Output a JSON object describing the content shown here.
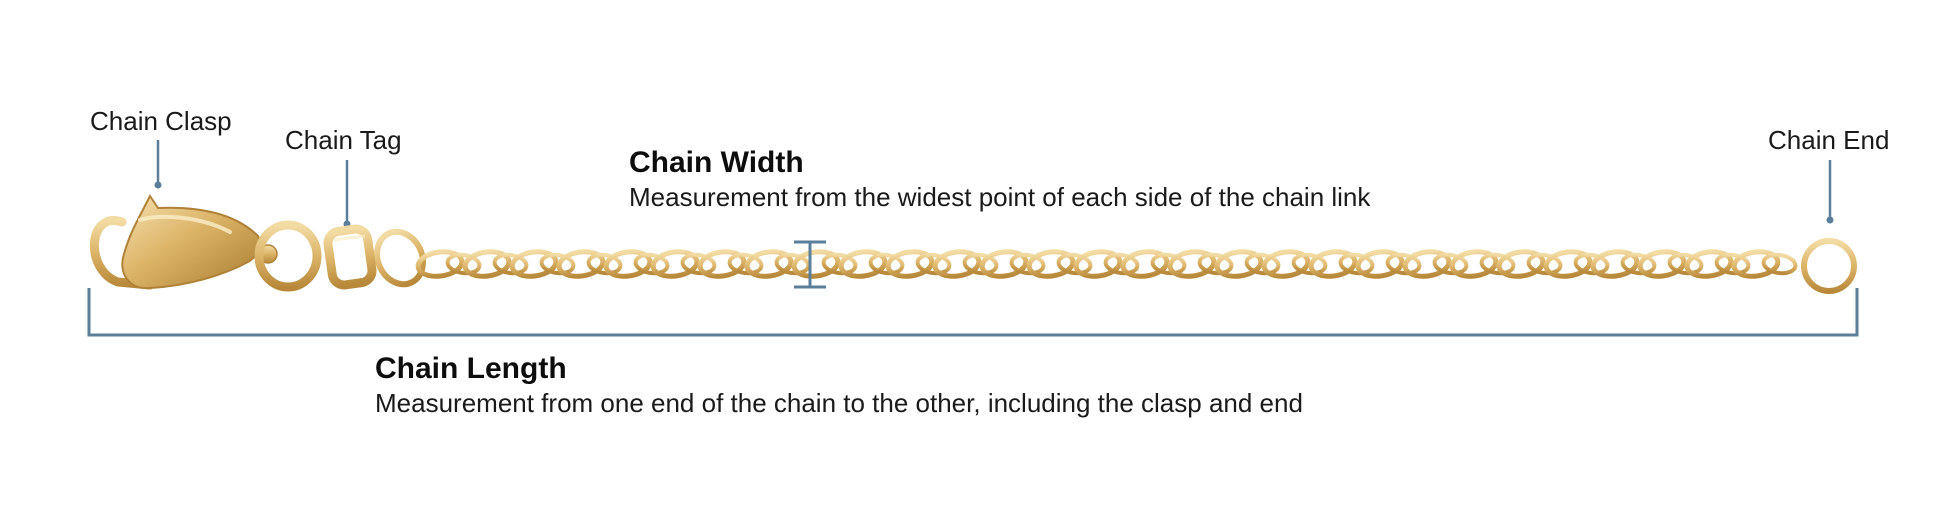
{
  "callouts": {
    "chain_clasp": "Chain Clasp",
    "chain_tag": "Chain Tag",
    "chain_end": "Chain End"
  },
  "chain_width": {
    "title": "Chain Width",
    "description": "Measurement from the widest point of each side of the chain link"
  },
  "chain_length": {
    "title": "Chain Length",
    "description": "Measurement from one end of the chain to the other, including the clasp and end"
  },
  "colors": {
    "gold": "#dcb468",
    "gold_dark": "#b8893a",
    "gold_light": "#f3dca4",
    "measure_line": "#5b7f9b"
  }
}
